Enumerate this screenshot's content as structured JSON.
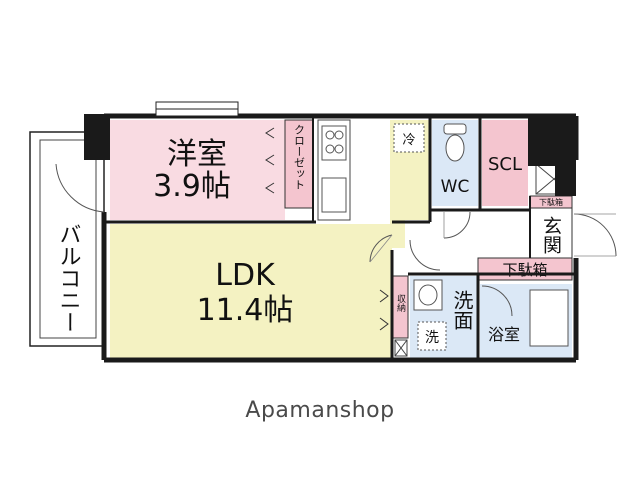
{
  "plan": {
    "rooms": {
      "western_room": {
        "name": "洋室",
        "size": "3.9帖"
      },
      "closet": "クローゼット",
      "ldk": {
        "name": "LDK",
        "size": "11.4帖"
      },
      "balcony": "バルコニー",
      "wc": "WC",
      "scl": "SCL",
      "entrance": "玄関",
      "shoe_box": "下駄箱",
      "shoe_box_small": "下駄箱",
      "washroom": "洗面",
      "washer": "洗",
      "bathroom": "浴室",
      "storage": "収納",
      "fridge": "冷"
    },
    "colors": {
      "western_room": "#f9dbe2",
      "ldk": "#f4f2c2",
      "wc": "#dbe8f6",
      "scl": "#f4c5cf",
      "washroom": "#dbe8f6",
      "bathroom": "#dbe8f6",
      "shoe_box": "#f4c5cf",
      "wall": "#1a1a1a"
    }
  },
  "watermark": "Apamanshop"
}
